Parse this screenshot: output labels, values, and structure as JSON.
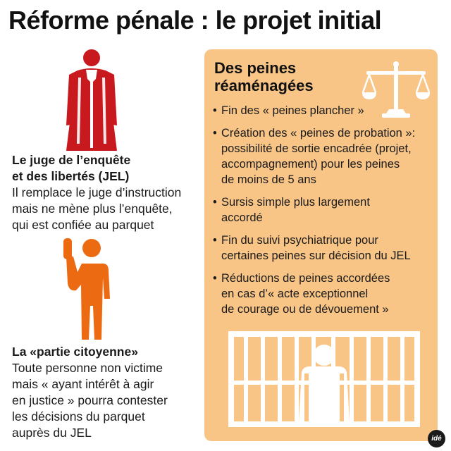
{
  "title": "Réforme pénale : le projet initial",
  "judge": {
    "icon": "judge-icon",
    "heading_line1": "Le juge de l’enquête",
    "heading_line2": "et des libertés (JEL)",
    "body_line1": "Il remplace le juge d’instruction",
    "body_line2": "mais ne mène plus l’enquête,",
    "body_line3": "qui est confiée au parquet"
  },
  "citizen": {
    "icon": "citizen-raised-hand-icon",
    "heading": "La «partie citoyenne»",
    "body_line1": "Toute personne non victime",
    "body_line2": "mais « ayant intérêt à agir",
    "body_line3": "en justice » pourra contester",
    "body_line4": "les décisions du parquet",
    "body_line5": "auprès du JEL"
  },
  "panel": {
    "title_line1": "Des peines",
    "title_line2": "réaménagées",
    "icon": "scales-of-justice-icon",
    "bottom_icon": "prisoner-behind-bars-icon",
    "items": [
      [
        "Fin des « peines plancher »"
      ],
      [
        "Création des « peines de probation »:",
        "possibilité de sortie encadrée (projet,",
        "accompagnement) pour les peines",
        "de moins de 5 ans"
      ],
      [
        "Sursis simple plus largement",
        "accordé"
      ],
      [
        "Fin du suivi psychiatrique pour",
        "certaines peines sur décision du JEL"
      ],
      [
        "Réductions de peines accordées",
        "en cas d’« acte exceptionnel",
        "de courage ou de dévouement »"
      ]
    ]
  },
  "logo_text": "idé",
  "colors": {
    "judge_red": "#c8191f",
    "citizen_orange": "#ec6b12",
    "panel_bg": "#f8c587",
    "icon_white": "#ffffff"
  }
}
